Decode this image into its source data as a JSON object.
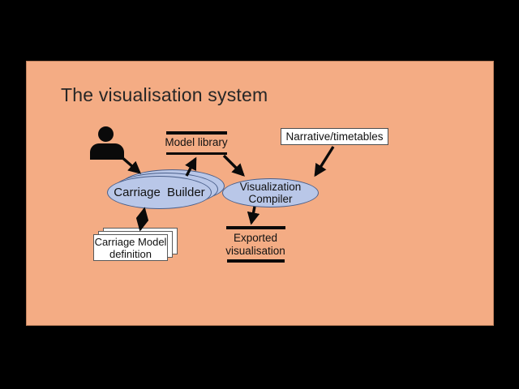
{
  "slide": {
    "title": "The visualisation system"
  },
  "colors": {
    "canvas": "#000000",
    "slide_background": "#f4ac84",
    "ellipse_fill": "#b9c7e8",
    "ellipse_border": "#4a5f8a",
    "box_fill": "#ffffff",
    "box_border": "#4d4d4d",
    "ink": "#0a0a0a",
    "title_color": "#262626"
  },
  "diagram": {
    "actor": {
      "icon": "person-icon"
    },
    "model_library": {
      "label": "Model library"
    },
    "narrative": {
      "label": "Narrative/timetables"
    },
    "carriage_builder": {
      "label": "Carriage Builder"
    },
    "visualization_compiler": {
      "line1": "Visualization",
      "line2": "Compiler"
    },
    "carriage_model_definition": {
      "line1": "Carriage Model",
      "line2": "definition"
    },
    "exported_visualisation": {
      "line1": "Exported",
      "line2": "visualisation"
    },
    "connections": [
      {
        "from": "actor",
        "to": "carriage_builder",
        "type": "arrow"
      },
      {
        "from": "carriage_builder",
        "to": "model_library",
        "type": "arrow"
      },
      {
        "from": "model_library",
        "to": "visualization_compiler",
        "type": "arrow"
      },
      {
        "from": "narrative",
        "to": "visualization_compiler",
        "type": "arrow"
      },
      {
        "from": "visualization_compiler",
        "to": "exported_visualisation",
        "type": "arrow"
      },
      {
        "from": "carriage_builder",
        "to": "carriage_model_definition",
        "type": "double-arrow"
      }
    ]
  }
}
